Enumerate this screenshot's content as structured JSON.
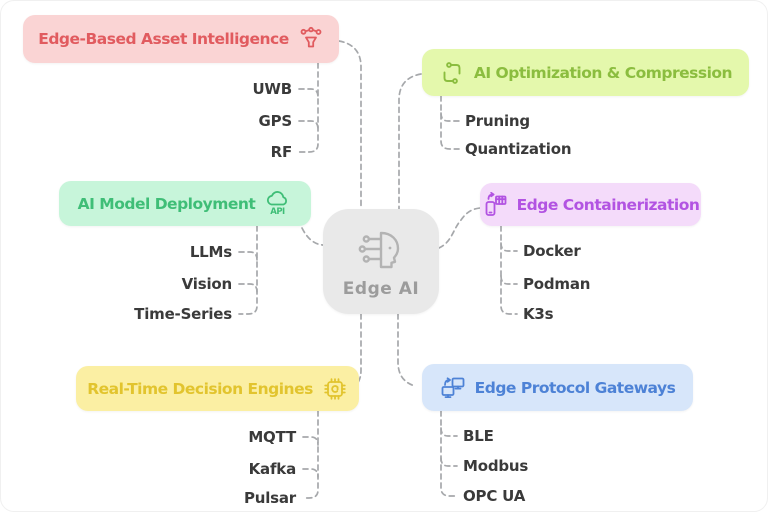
{
  "center": {
    "label": "Edge AI",
    "icon": "ai-head-circuit-icon",
    "bg": "#e9e9e9",
    "text_color": "#9c9c9c"
  },
  "branches": [
    {
      "label": "Edge-Based Asset Intelligence",
      "icon": "node-funnel-icon",
      "icon_side": "right",
      "bg": "#fad4d4",
      "color": "#e15b5f",
      "children": [
        "UWB",
        "GPS",
        "RF"
      ]
    },
    {
      "label": "AI Model Deployment",
      "icon": "cloud-api-icon",
      "icon_text": "API",
      "icon_side": "right",
      "bg": "#c7f5da",
      "color": "#3fbe77",
      "children": [
        "LLMs",
        "Vision",
        "Time-Series"
      ]
    },
    {
      "label": "Real-Time Decision Engines",
      "icon": "chip-icon",
      "icon_side": "right",
      "bg": "#fbefa3",
      "color": "#e2c42e",
      "children": [
        "MQTT",
        "Kafka",
        "Pulsar"
      ]
    },
    {
      "label": "AI Optimization & Compression",
      "icon": "compress-arrows-icon",
      "icon_side": "left",
      "bg": "#e4f8ac",
      "color": "#8bbd3f",
      "children": [
        "Pruning",
        "Quantization"
      ]
    },
    {
      "label": "Edge Containerization",
      "icon": "device-sync-icon",
      "icon_side": "left",
      "bg": "#f4dbfa",
      "color": "#b253e2",
      "children": [
        "Docker",
        "Podman",
        "K3s"
      ]
    },
    {
      "label": "Edge Protocol Gateways",
      "icon": "monitors-sync-icon",
      "icon_side": "left",
      "bg": "#d7e6fa",
      "color": "#4d82d6",
      "children": [
        "BLE",
        "Modbus",
        "OPC UA"
      ]
    }
  ],
  "styles": {
    "connector_color": "#a6a8ab",
    "leaf_text_color": "#3a3a3a",
    "canvas_bg": "#ffffff"
  }
}
